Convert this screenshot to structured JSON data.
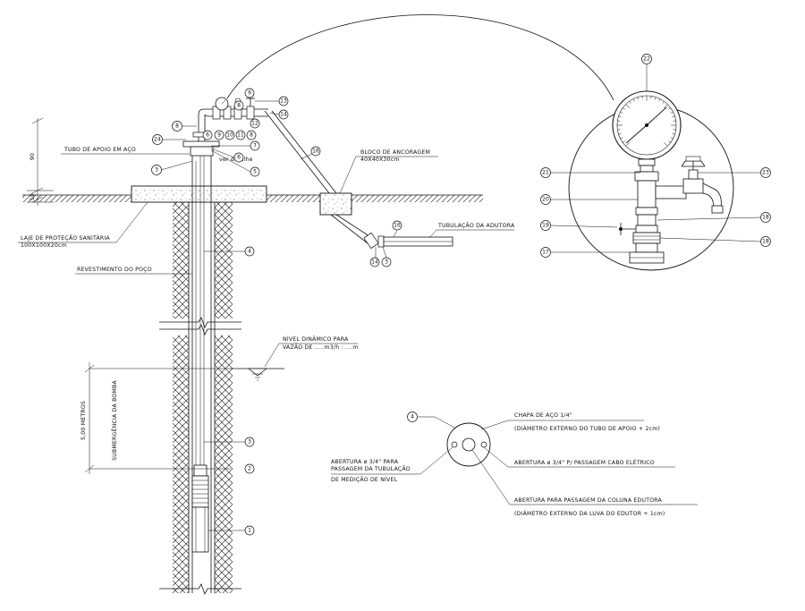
{
  "labels": {
    "tubo_apoio": "TUBO DE APOIO EM AÇO",
    "laje_1": "LAJE DE PROTEÇÃO SANITÁRIA",
    "laje_2": "100X100X20cm",
    "revestimento": "REVESTIMENTO DO POÇO",
    "bloco_1": "BLOCO DE ANCORAGEM",
    "bloco_2": "40X40X30cm",
    "tubulacao": "TUBULAÇÃO DA ADUTORA",
    "nivel_1": "NÍVEL DINÂMICO PARA",
    "nivel_2": "VAZÃO DE .....m3/h : ....m",
    "submergencia": "SUBMERGÊNCIA DA BOMBA",
    "metros": "5,00 METROS",
    "dim_90": "90",
    "dim_10": "10",
    "ver_detalhe": "ver detalhe",
    "chapa_1": "CHAPA DE AÇO 1/4\"",
    "chapa_2": "(DIÂMETRO EXTERNO DO TUBO DE APOIO + 2cm)",
    "abertura_cabo": "ABERTURA ø 3/4\" P/ PASSAGEM CABO ELÉTRICO",
    "abertura_coluna_1": "ABERTURA PARA PASSAGEM DA COLUNA EDUTORA",
    "abertura_coluna_2": "(DIÂMETRO EXTERNO DA LUVA DO EDUTOR + 1cm)",
    "abertura_nivel_1": "ABERTURA ø 3/4\" PARA",
    "abertura_nivel_2": "PASSAGEM DA TUBULAÇÃO",
    "abertura_nivel_3": "DE MEDIÇÃO DE NÍVEL"
  },
  "callouts": {
    "c1": "1",
    "c2": "2",
    "c3": "3",
    "c4": "4",
    "c5": "5",
    "c6": "6",
    "c7": "7",
    "c8": "8",
    "c9": "9",
    "c10": "10",
    "c11": "11",
    "c12": "12",
    "c13": "13",
    "c14": "14",
    "c16": "16",
    "c17": "17",
    "c18": "18",
    "c19": "19",
    "c20": "20",
    "c21": "21",
    "c22": "22",
    "c23": "23",
    "c24": "24"
  }
}
